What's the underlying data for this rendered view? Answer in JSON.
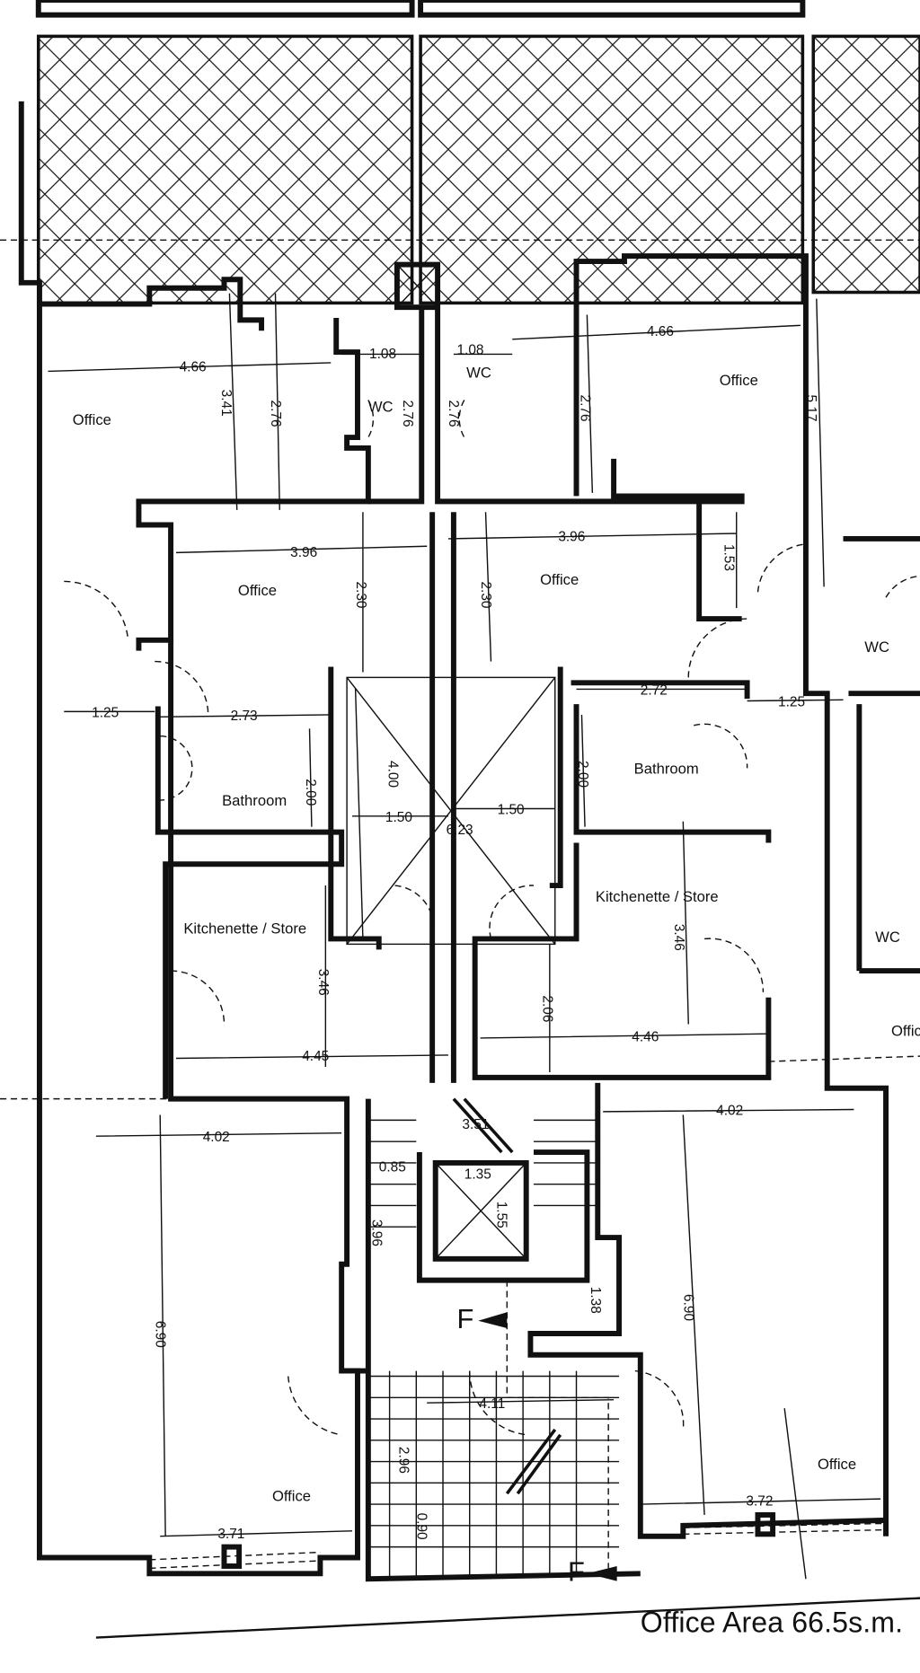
{
  "rooms": [
    {
      "label": "Office"
    },
    {
      "label": "Office"
    },
    {
      "label": "WC"
    },
    {
      "label": "WC"
    },
    {
      "label": "Office"
    },
    {
      "label": "Office"
    },
    {
      "label": "Bathroom"
    },
    {
      "label": "Bathroom"
    },
    {
      "label": "Kitchenette / Store"
    },
    {
      "label": "Kitchenette / Store"
    },
    {
      "label": "WC"
    },
    {
      "label": "WC"
    },
    {
      "label": "Offic"
    },
    {
      "label": "Office"
    },
    {
      "label": "Office"
    }
  ],
  "dimensions": [
    "4.66",
    "3.41",
    "2.76",
    "1.08",
    "2.76",
    "1.08",
    "2.76",
    "4.66",
    "2.76",
    "5.17",
    "3.96",
    "2.30",
    "3.96",
    "2.30",
    "1.53",
    "1.25",
    "2.73",
    "2.00",
    "4.00",
    "1.50",
    "6.23",
    "1.50",
    "2.72",
    "2.00",
    "1.25",
    "3.46",
    "2.06",
    "3.46",
    "4.45",
    "4.46",
    "4.02",
    "4.02",
    "3.51",
    "0.85",
    "1.35",
    "1.55",
    "3.96",
    "1.38",
    "6.90",
    "6.90",
    "4.11",
    "2.96",
    "0.90",
    "3.71",
    "3.72"
  ],
  "section_markers": [
    "F",
    "F"
  ],
  "footer": {
    "area_label": "Office Area 66.5s.m."
  }
}
